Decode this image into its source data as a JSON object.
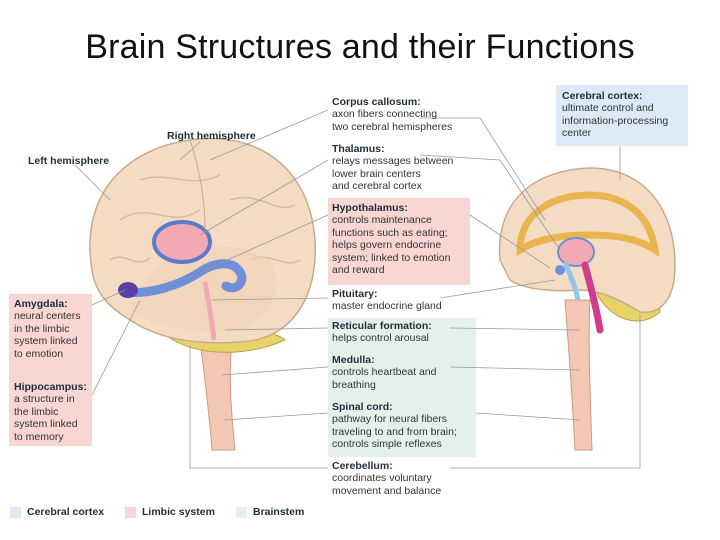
{
  "title": "Brain Structures and their Functions",
  "colors": {
    "cerebral_cortex_box": "#dce9f6",
    "limbic_box": "#f8d6d2",
    "brainstem_box": "#e3f1ea",
    "brain_surface": "#f4dcc4",
    "limbic_blue": "#6f8fd6",
    "brainstem_yellow": "#e8d36a"
  },
  "labels": {
    "right_hemisphere": "Right hemisphere",
    "left_hemisphere": "Left hemisphere"
  },
  "callouts": {
    "corpus_callosum": {
      "name": "Corpus callosum:",
      "desc": "axon fibers connecting\ntwo cerebral hemispheres"
    },
    "thalamus": {
      "name": "Thalamus:",
      "desc": "relays messages between\nlower brain centers\nand cerebral cortex"
    },
    "hypothalamus": {
      "name": "Hypothalamus:",
      "desc": "controls maintenance\nfunctions such as eating;\nhelps govern endocrine\nsystem; linked to emotion\nand reward"
    },
    "pituitary": {
      "name": "Pituitary:",
      "desc": "master endocrine gland"
    },
    "reticular_formation": {
      "name": "Reticular formation:",
      "desc": "helps control arousal"
    },
    "medulla": {
      "name": "Medulla:",
      "desc": "controls heartbeat and\nbreathing"
    },
    "spinal_cord": {
      "name": "Spinal cord:",
      "desc": "pathway for neural fibers\ntraveling to and from brain;\ncontrols simple reflexes"
    },
    "cerebellum": {
      "name": "Cerebellum:",
      "desc": "coordinates voluntary\nmovement and balance"
    },
    "cerebral_cortex": {
      "name": "Cerebral cortex:",
      "desc": "ultimate control and\ninformation-processing\ncenter"
    },
    "amygdala": {
      "name": "Amygdala:",
      "desc": "neural centers\nin the limbic\nsystem linked\nto emotion"
    },
    "hippocampus": {
      "name": "Hippocampus:",
      "desc": "a structure in\nthe limbic\nsystem linked\nto memory"
    }
  },
  "legend": [
    {
      "label": "Cerebral cortex",
      "color": "#dce9f6"
    },
    {
      "label": "Limbic system",
      "color": "#f8d6d2"
    },
    {
      "label": "Brainstem",
      "color": "#e3f1ea"
    }
  ]
}
